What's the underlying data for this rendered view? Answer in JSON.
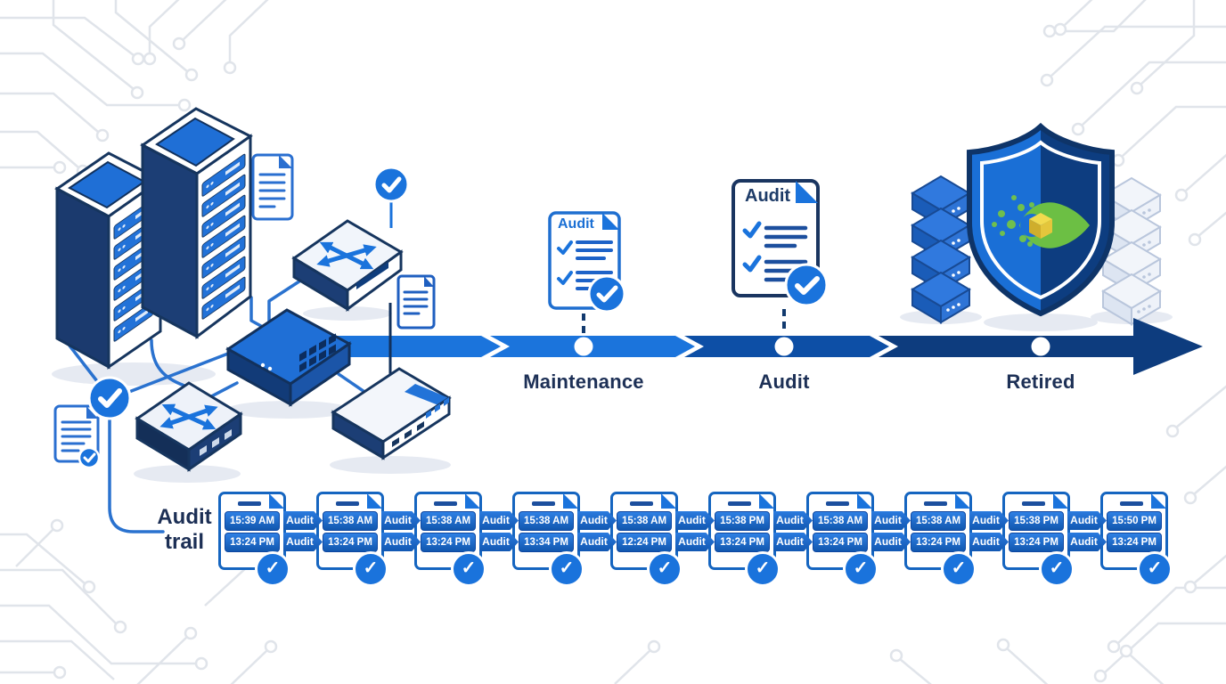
{
  "timeline": {
    "stages": [
      {
        "label": "Maintenance"
      },
      {
        "label": "Audit"
      },
      {
        "label": "Retired"
      }
    ]
  },
  "documents": {
    "maintenance_doc": {
      "title": "Audit"
    },
    "audit_doc": {
      "title": "Audit"
    }
  },
  "audit_trail": {
    "label": "Audit trail",
    "ribbon_label": "Audit",
    "check_icon": "✓",
    "cards": [
      {
        "time_top": "15:39 AM",
        "time_bottom": "13:24 PM"
      },
      {
        "time_top": "15:38 AM",
        "time_bottom": "13:24 PM"
      },
      {
        "time_top": "15:38 AM",
        "time_bottom": "13:24 PM"
      },
      {
        "time_top": "15:38 AM",
        "time_bottom": "13:34 PM"
      },
      {
        "time_top": "15:38 AM",
        "time_bottom": "12:24 PM"
      },
      {
        "time_top": "15:38 PM",
        "time_bottom": "13:24 PM"
      },
      {
        "time_top": "15:38 AM",
        "time_bottom": "13:24 PM"
      },
      {
        "time_top": "15:38 AM",
        "time_bottom": "13:24 PM"
      },
      {
        "time_top": "15:38 PM",
        "time_bottom": "13:24 PM"
      },
      {
        "time_top": "15:50 PM",
        "time_bottom": "13:24 PM"
      }
    ]
  },
  "colors": {
    "primary_blue": "#1a73dc",
    "mid_blue": "#0d4fa6",
    "dark_navy": "#0d3c7e",
    "line_blue": "#2a72cf",
    "label_navy": "#1d3056",
    "accent_green": "#6cbf44",
    "cube_yellow": "#f2da4e",
    "circuit_gray": "#e0e4ea"
  }
}
